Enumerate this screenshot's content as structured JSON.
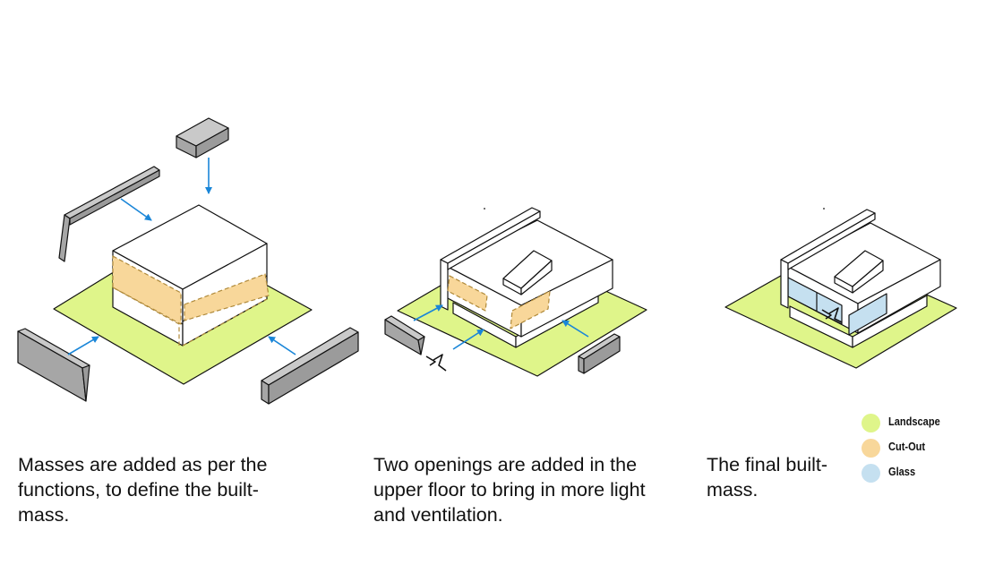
{
  "colors": {
    "landscape": "#dff58a",
    "cut_out": "#f8d79a",
    "glass": "#c5e0f0",
    "arrow": "#1a86d8",
    "mass_grey": "#aaaaaa",
    "outline": "#111111"
  },
  "captions": {
    "step1": [
      "Masses are added as per the",
      "functions, to define the built-",
      "mass."
    ],
    "step2": [
      "Two openings are added in the",
      "upper floor to bring in more light",
      "and ventilation."
    ],
    "step3": [
      "The final built-",
      "mass."
    ]
  },
  "legend": [
    {
      "label": "Landscape",
      "color": "#dff58a"
    },
    {
      "label": "Cut-Out",
      "color": "#f8d79a"
    },
    {
      "label": "Glass",
      "color": "#c5e0f0"
    }
  ]
}
